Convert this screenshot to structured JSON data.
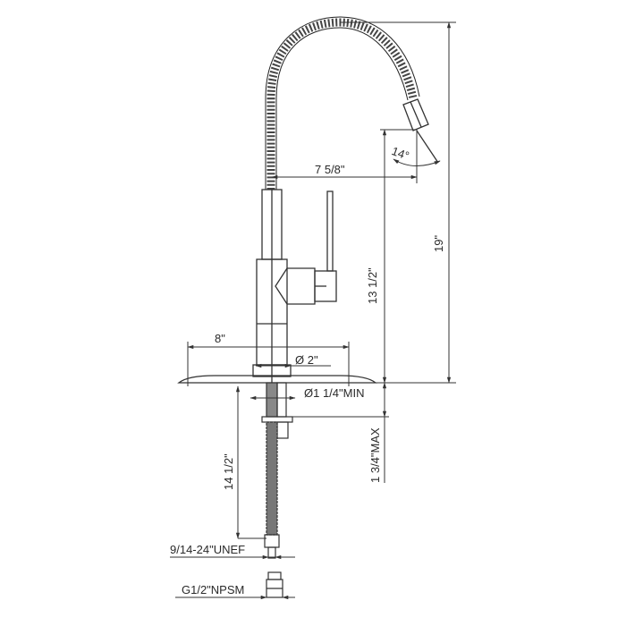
{
  "drawing": {
    "title": "Pull-down kitchen faucet dimension drawing",
    "line_color": "#333333",
    "dimensions": {
      "spout_reach": "7 5/8\"",
      "spray_angle": "14°",
      "overall_height": "19\"",
      "spout_height": "13 1/2\"",
      "deck_plate_width": "8\"",
      "base_diameter": "Ø 2\"",
      "hole_diameter": "Ø1 1/4\"MIN",
      "deck_thickness": "1 3/4\"MAX",
      "hose_length": "14 1/2\"",
      "hose_thread": "9/14-24\"UNEF",
      "supply_thread": "G1/2\"NPSM"
    }
  }
}
